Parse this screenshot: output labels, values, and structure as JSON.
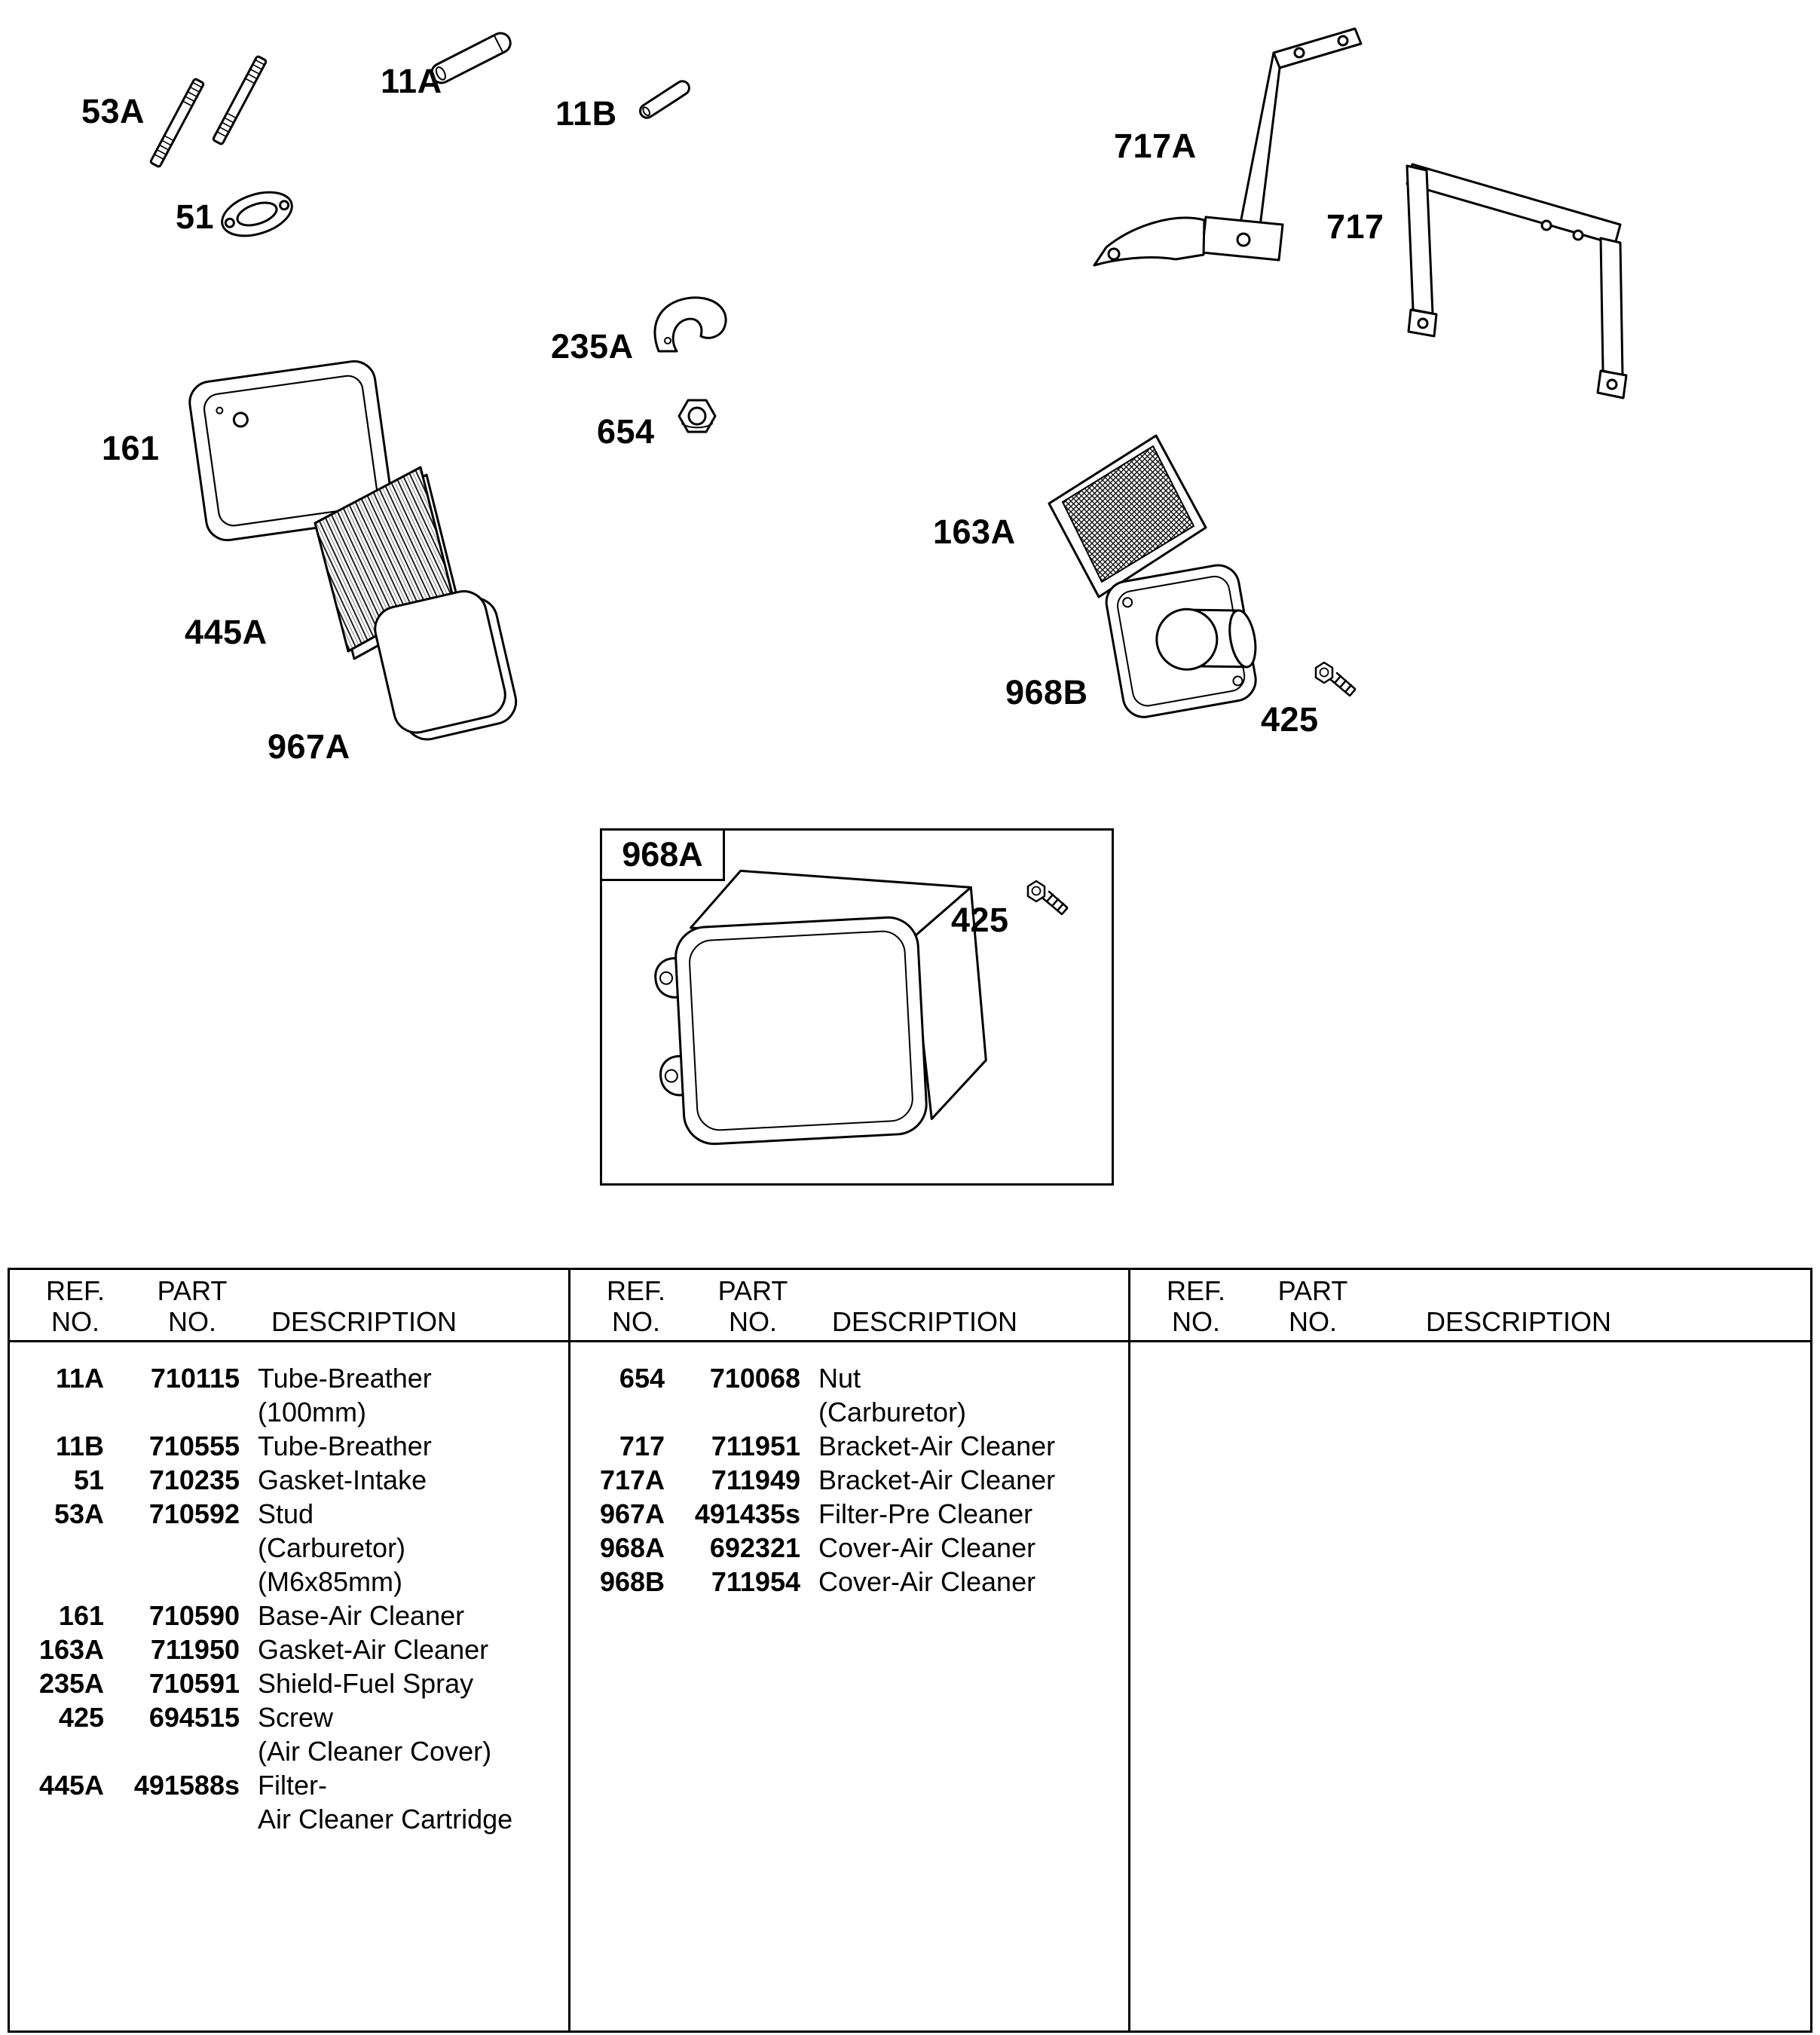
{
  "page": {
    "background": "#ffffff",
    "ink": "#000000"
  },
  "diagram": {
    "figures": [
      "stud",
      "gasket-intake",
      "tube-breather-100mm",
      "tube-breather",
      "bracket-air-cleaner-717a",
      "bracket-air-cleaner-717",
      "shield-fuel-spray",
      "nut-carburetor",
      "base-air-cleaner",
      "filter-air-cleaner-cartridge",
      "filter-pre-cleaner",
      "gasket-air-cleaner",
      "cover-air-cleaner-968b",
      "screw-air-cleaner-cover",
      "cover-air-cleaner-968a"
    ],
    "labels": [
      {
        "text": "53A"
      },
      {
        "text": "11A"
      },
      {
        "text": "11B"
      },
      {
        "text": "51"
      },
      {
        "text": "717A"
      },
      {
        "text": "717"
      },
      {
        "text": "235A"
      },
      {
        "text": "654"
      },
      {
        "text": "161"
      },
      {
        "text": "163A"
      },
      {
        "text": "445A"
      },
      {
        "text": "968B"
      },
      {
        "text": "425"
      },
      {
        "text": "967A"
      },
      {
        "text": "968A"
      },
      {
        "text": "425"
      }
    ]
  },
  "table": {
    "headers": {
      "ref1": "REF.",
      "ref2": "NO.",
      "part1": "PART",
      "part2": "NO.",
      "desc": "DESCRIPTION"
    },
    "sections": [
      {
        "rows": [
          {
            "ref": "11A",
            "part": "710115",
            "desc": [
              "Tube-Breather",
              "(100mm)"
            ]
          },
          {
            "ref": "11B",
            "part": "710555",
            "desc": [
              "Tube-Breather"
            ]
          },
          {
            "ref": "51",
            "part": "710235",
            "desc": [
              "Gasket-Intake"
            ]
          },
          {
            "ref": "53A",
            "part": "710592",
            "desc": [
              "Stud",
              "(Carburetor)",
              "(M6x85mm)"
            ]
          },
          {
            "ref": "161",
            "part": "710590",
            "desc": [
              "Base-Air Cleaner"
            ]
          },
          {
            "ref": "163A",
            "part": "711950",
            "desc": [
              "Gasket-Air Cleaner"
            ]
          },
          {
            "ref": "235A",
            "part": "710591",
            "desc": [
              "Shield-Fuel Spray"
            ]
          },
          {
            "ref": "425",
            "part": "694515",
            "desc": [
              "Screw",
              "(Air Cleaner Cover)"
            ]
          },
          {
            "ref": "445A",
            "part": "491588s",
            "desc": [
              "Filter-",
              "Air Cleaner Cartridge"
            ]
          }
        ]
      },
      {
        "rows": [
          {
            "ref": "654",
            "part": "710068",
            "desc": [
              "Nut",
              "(Carburetor)"
            ]
          },
          {
            "ref": "717",
            "part": "711951",
            "desc": [
              "Bracket-Air Cleaner"
            ]
          },
          {
            "ref": "717A",
            "part": "711949",
            "desc": [
              "Bracket-Air Cleaner"
            ]
          },
          {
            "ref": "967A",
            "part": "491435s",
            "desc": [
              "Filter-Pre Cleaner"
            ]
          },
          {
            "ref": "968A",
            "part": "692321",
            "desc": [
              "Cover-Air Cleaner"
            ]
          },
          {
            "ref": "968B",
            "part": "711954",
            "desc": [
              "Cover-Air Cleaner"
            ]
          }
        ]
      },
      {
        "rows": []
      }
    ]
  }
}
